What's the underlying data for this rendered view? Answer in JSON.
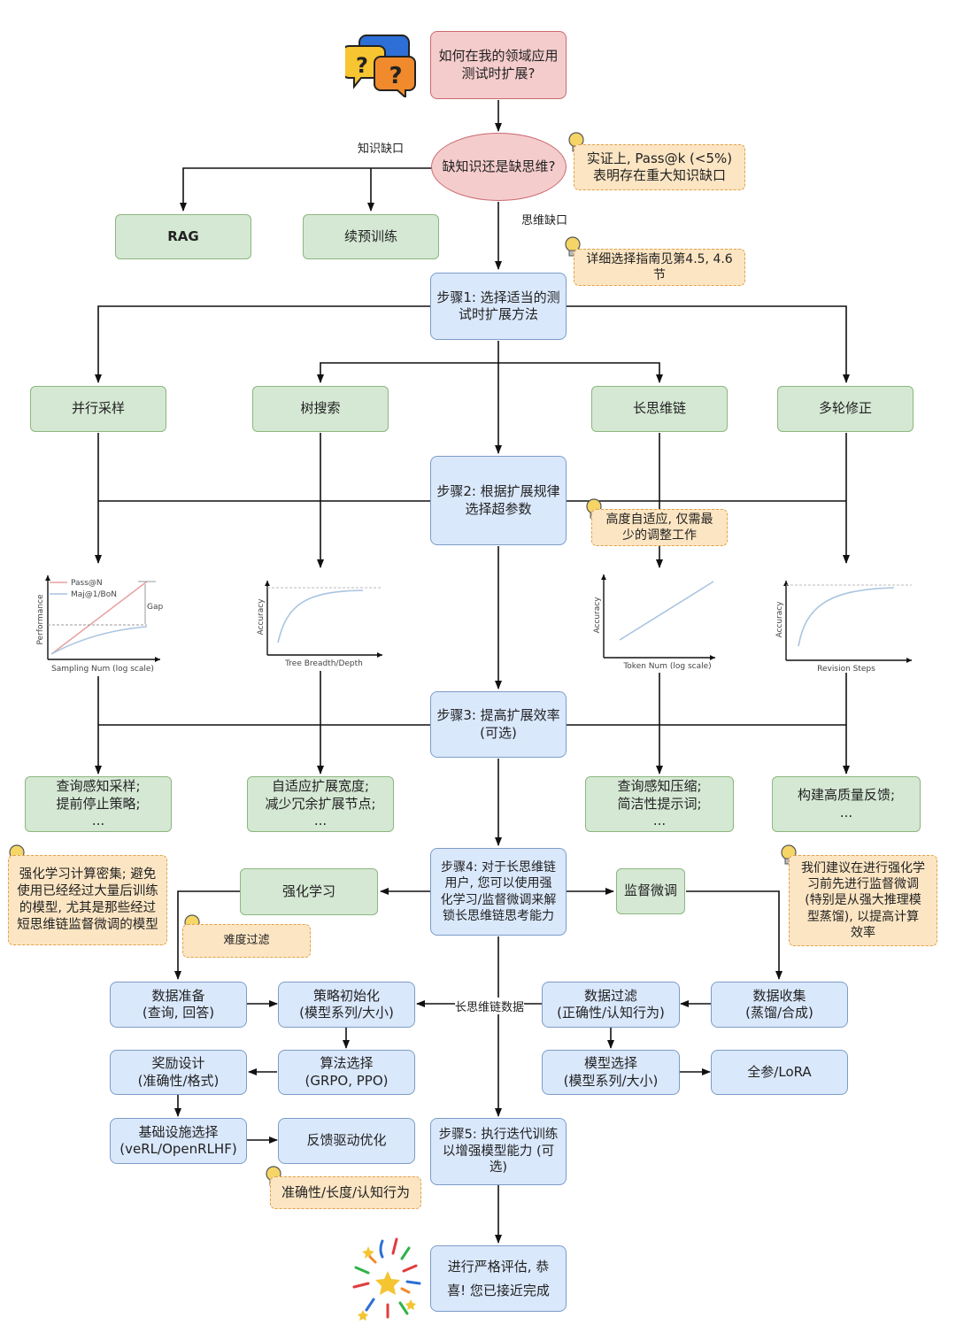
{
  "nodes": {
    "start": "如何在我的领域应用\n测试时扩展?",
    "decision": "缺知识还是缺思维?",
    "rag": "RAG",
    "pretrain": "续预训练",
    "step1": "步骤1: 选择适当的测\n试时扩展方法",
    "parallel": "并行采样",
    "tree": "树搜索",
    "longcot": "长思维链",
    "multiturn": "多轮修正",
    "step2": "步骤2: 根据扩展规律\n选择超参数",
    "step3": "步骤3: 提高扩展效率\n(可选)",
    "eff1": "查询感知采样;\n提前停止策略;\n...",
    "eff2": "自适应扩展宽度;\n减少冗余扩展节点;\n...",
    "eff3": "查询感知压缩;\n简洁性提示词;\n...",
    "eff4": "构建高质量反馈;\n...",
    "step4": "步骤4: 对于长思维链\n用户, 您可以使用强\n化学习/监督微调来解\n锁长思维链思考能力",
    "rl": "强化学习",
    "sft": "监督微调",
    "data_prep": "数据准备\n(查询, 回答)",
    "policy_init": "策略初始化\n(模型系列/大小)",
    "data_filter": "数据过滤\n(正确性/认知行为)",
    "data_collect": "数据收集\n(蒸馏/合成)",
    "reward": "奖励设计\n(准确性/格式)",
    "algo": "算法选择\n(GRPO, PPO)",
    "model_sel": "模型选择\n(模型系列/大小)",
    "full_lora": "全参/LoRA",
    "infra": "基础设施选择\n(veRL/OpenRLHF)",
    "feedback_opt": "反馈驱动优化",
    "step5": "步骤5: 执行迭代训练\n以增强模型能力 (可\n选)",
    "final": "进行严格评估, 恭\n喜! 您已接近完成"
  },
  "notes": {
    "n_knowledge": "实证上, Pass@k (<5%)\n表明存在重大知识缺口",
    "n_guide": "详细选择指南见第4.5, 4.6\n节",
    "n_adaptive": "高度自适应, 仅需最\n少的调整工作",
    "n_rl_cost": "强化学习计算密集; 避免\n使用已经经过大量后训练\n的模型, 尤其是那些经过\n短思维链监督微调的模型",
    "n_difficulty": "难度过滤",
    "n_suggest": "我们建议在进行强化学\n习前先进行监督微调\n(特别是从强大推理模\n型蒸馏), 以提高计算\n效率",
    "n_metrics": "准确性/长度/认知行为"
  },
  "edge_labels": {
    "knowledge_gap": "知识缺口",
    "thinking_gap": "思维缺口",
    "long_cot_data": "长思维链数据"
  },
  "charts": {
    "c1": {
      "xlabel": "Sampling Num (log scale)",
      "ylabel": "Performance",
      "legend": [
        "Pass@N",
        "Maj@1/BoN"
      ],
      "annotation": "Gap"
    },
    "c2": {
      "xlabel": "Tree Breadth/Depth",
      "ylabel": "Accuracy"
    },
    "c3": {
      "xlabel": "Token Num (log scale)",
      "ylabel": "Accuracy"
    },
    "c4": {
      "xlabel": "Revision Steps",
      "ylabel": "Accuracy"
    }
  },
  "colors": {
    "pink": "#f5cccc",
    "green": "#d5e8d4",
    "blue": "#dae8fc",
    "note": "#fce5c3",
    "pass_line": "#e8a0a0",
    "maj_line": "#a8c4e0"
  }
}
